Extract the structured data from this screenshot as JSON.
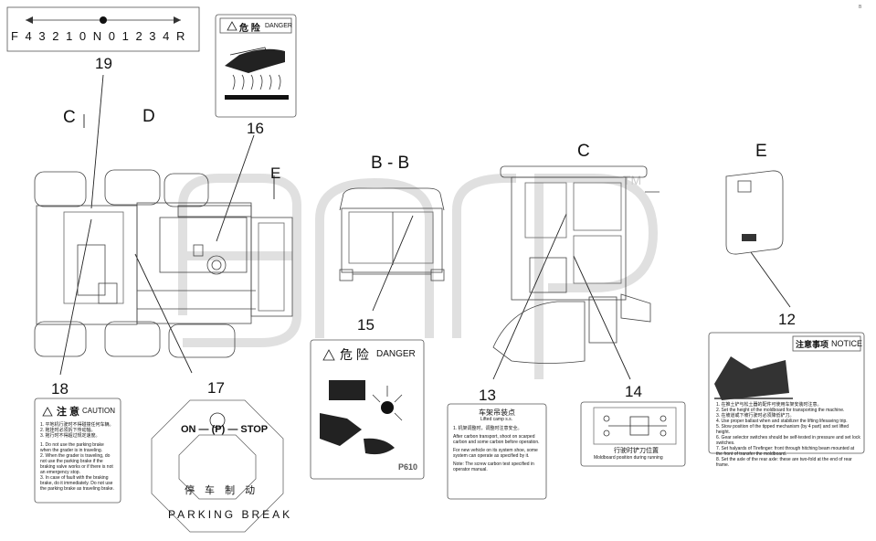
{
  "callouts": {
    "n19": "19",
    "n16": "16",
    "n15": "15",
    "n18": "18",
    "n17": "17",
    "n13": "13",
    "n14": "14",
    "n12": "12"
  },
  "sections": {
    "c_left": "C",
    "d": "D",
    "e_left": "E",
    "bb": "B - B",
    "c_right": "C",
    "e_right": "E"
  },
  "gear_strip": {
    "bottom": "F 4 3 2 1 0 N 0 1 2 3 4 R"
  },
  "danger16": {
    "cn": "危 险",
    "en": "DANGER"
  },
  "danger15": {
    "cn": "危 险",
    "en": "DANGER",
    "code": "P610"
  },
  "caution18": {
    "cn": "注 意",
    "en": "CAUTION",
    "lines": [
      "1. 平地机行驶时不得碰撞任何车辆。",
      "2. 拖挂时必须拆下传动轴。",
      "3. 拖行时不得超过规定速度。",
      "1. Do not use the parking brake when the grader is in traveling.",
      "2. When the grader is traveling, do not use the parking brake if the braking valve works or if there is not an emergency stop.",
      "3. In case of fault with the braking brake, do it immediately. Do not use the parking brake as traveling brake."
    ]
  },
  "parking17": {
    "top": "ON — (P) — STOP",
    "cn": "停 车 制 动",
    "en": "PARKING BREAK"
  },
  "lift13": {
    "cn": "车架吊装点",
    "en": "Lifted camp s.s.",
    "lines": [
      "1. 机架调整时，调整时注意安全。",
      "After carbon transport, shoot on scarped carbon and some carbon before operation.",
      "For new vehicle on its system shoe, some system can operate as specified by it.",
      "Note: The screw carbon test specified in operator manual."
    ]
  },
  "travel14": {
    "cn": "行驶时铲刀位置",
    "en": "Moldboard position during running"
  },
  "notice12": {
    "cn": "注意事项",
    "en": "NOTICE",
    "lines": [
      "1. 在推土铲与松土器的配件可使用车架安装时注意。",
      "2. Set the height of the moldboard for transporting the machine.",
      "3. 在坡道或下坡行驶时必须降低铲刀。",
      "4. Use proper ballast when and stabilizer the lifting lifesaving trip.",
      "5. Stow position of the tipped mechanism (by 4 part) and set lifted height.",
      "6. Gear selector switches should be self-tested in pressure and set lock switches.",
      "7. Set halyards of Tirefinger: front through hitching beam mounted at the front of transfer the moldboard.",
      "8. Set the axle of the rear axle: these are two-fold at the end of rear frame."
    ]
  },
  "corner_mark": "B"
}
